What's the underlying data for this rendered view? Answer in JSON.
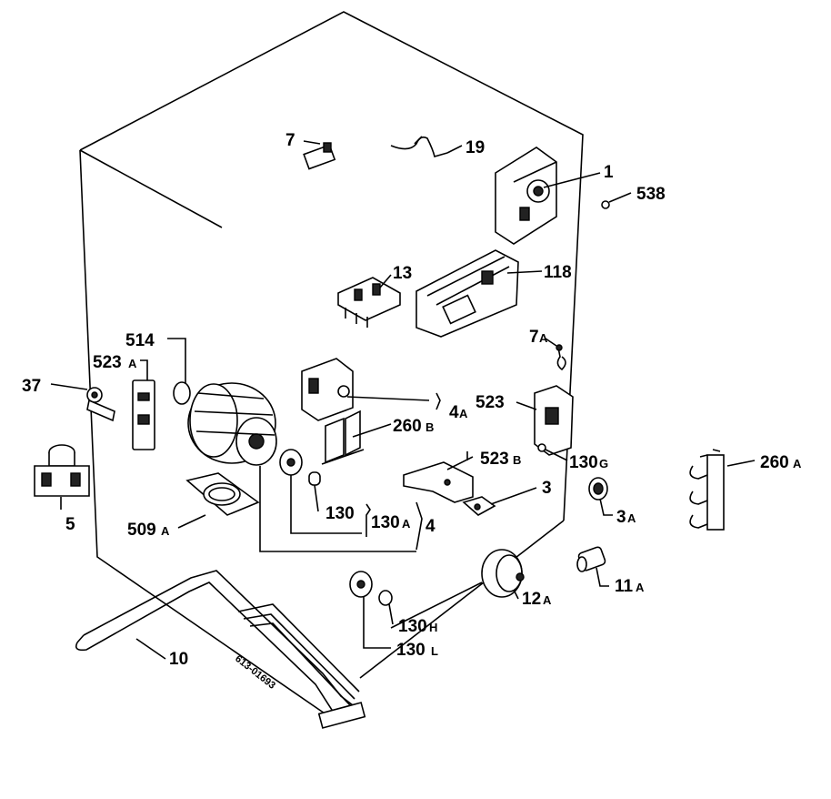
{
  "labels": {
    "l7": "7",
    "l19": "19",
    "l1": "1",
    "l538": "538",
    "l13": "13",
    "l118": "118",
    "l514": "514",
    "l523a": "523",
    "l523a_suf": "A",
    "l37": "37",
    "l7a": "7",
    "l7a_suf": "A",
    "l523": "523",
    "l4a": "4",
    "l4a_suf": "A",
    "l260b": "260",
    "l260b_suf": "B",
    "l523b": "523",
    "l523b_suf": "B",
    "l130g": "130",
    "l130g_suf": "G",
    "l260a": "260",
    "l260a_suf": "A",
    "l3": "3",
    "l3a": "3",
    "l3a_suf": "A",
    "l5": "5",
    "l130": "130",
    "l130a": "130",
    "l130a_suf": "A",
    "l4": "4",
    "l509a": "509",
    "l509a_suf": "A",
    "l11a": "11",
    "l11a_suf": "A",
    "l12a": "12",
    "l12a_suf": "A",
    "l130h": "130",
    "l130h_suf": "H",
    "l10": "10",
    "l130l": "130",
    "l130l_suf": "L"
  },
  "watermark": "613-01693"
}
